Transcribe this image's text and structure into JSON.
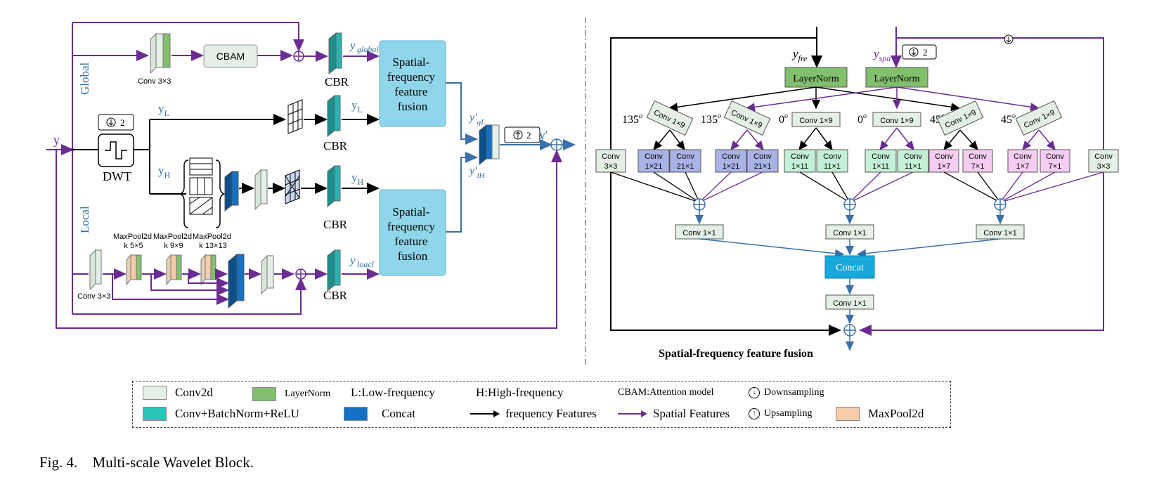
{
  "diagram": {
    "left": {
      "global_label": "Global",
      "local_label": "Local",
      "input_label": "y",
      "output_label": "y′",
      "dwt_label": "DWT",
      "down2_label": "2",
      "up2_label": "2",
      "conv3x3_label": "Conv 3×3",
      "cbam_label": "CBAM",
      "cbr_label": "CBR",
      "y_global": "global",
      "y_L": "L",
      "y_H": "H",
      "y_local": "loacl",
      "y_gL": "gL",
      "y_lH": "lH",
      "sff_label": [
        "Spatial-",
        "frequency",
        "feature",
        "fusion"
      ],
      "maxpool1": [
        "MaxPool2d",
        "k 5×5"
      ],
      "maxpool2": [
        "MaxPool2d",
        "k 9×9"
      ],
      "maxpool3": [
        "MaxPool2d",
        "k 13×13"
      ]
    },
    "right": {
      "y_fre": "fre",
      "y_spa": "spa",
      "layernorm": "LayerNorm",
      "angles": [
        "135",
        "135",
        "0",
        "0",
        "45",
        "45"
      ],
      "rot_conv": "Conv 1×9",
      "conv1x9": "Conv 1×9",
      "conv3x3": [
        "Conv",
        "3×3"
      ],
      "pairs": [
        [
          [
            "Conv",
            "1×21"
          ],
          [
            "Conv",
            "21×1"
          ]
        ],
        [
          [
            "Conv",
            "1×21"
          ],
          [
            "Conv",
            "21×1"
          ]
        ],
        [
          [
            "Conv",
            "1×11"
          ],
          [
            "Conv",
            "11×1"
          ]
        ],
        [
          [
            "Conv",
            "1×11"
          ],
          [
            "Conv",
            "11×1"
          ]
        ],
        [
          [
            "Conv",
            "1×7"
          ],
          [
            "Conv",
            "7×1"
          ]
        ],
        [
          [
            "Conv",
            "1×7"
          ],
          [
            "Conv",
            "7×1"
          ]
        ]
      ],
      "conv1x1": "Conv 1×1",
      "concat": "Concat",
      "title": "Spatial-frequency feature fusion"
    }
  },
  "legend": {
    "conv2d": "Conv2d",
    "layernorm": "LayerNorm",
    "low": "L:Low-frequency",
    "high": "H:High-frequency",
    "cbam": "CBAM:Attention model",
    "downsampling": "Downsampling",
    "cbr": "Conv+BatchNorm+ReLU",
    "concat": "Concat",
    "freq": "frequency Features",
    "spatial": "Spatial Features",
    "upsampling": "Upsampling",
    "maxpool": "MaxPool2d"
  },
  "colors": {
    "conv2d": "#e4efe6",
    "layernorm": "#82bf6f",
    "cbr": "#2ab3b0",
    "concat": "#1271c4",
    "maxpool": "#f6cba8",
    "sff": "#8fd6ea",
    "blue_pair": "#aab3e6",
    "green_pair": "#c4f0d6",
    "pink_pair": "#f6cdf2",
    "concat_right": "#17a8dc",
    "purple": "#6a2c91",
    "blue_line": "#3a6fa8"
  },
  "caption": {
    "fig": "Fig. 4.",
    "text": "Multi-scale Wavelet Block."
  }
}
